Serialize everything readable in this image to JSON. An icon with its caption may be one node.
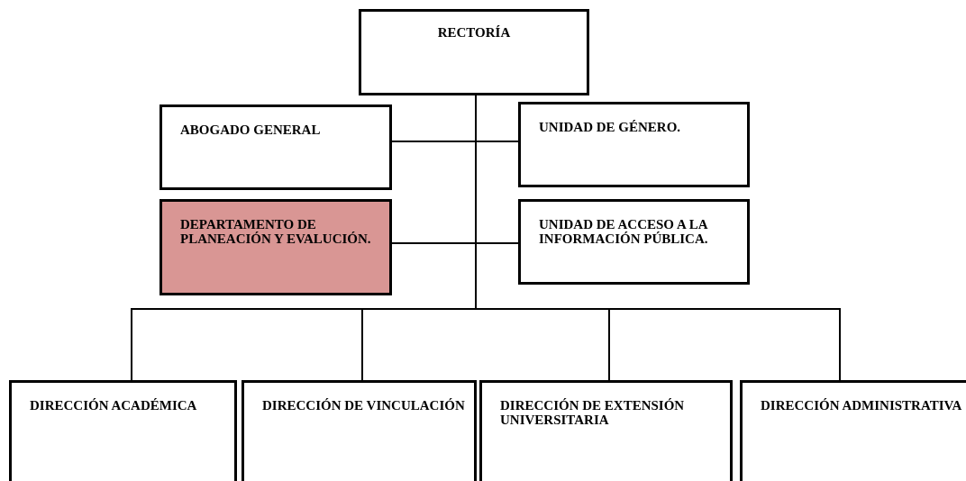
{
  "diagram": {
    "nodes": [
      {
        "text": [
          "RECTORÍA"
        ]
      },
      {
        "text": [
          "ABOGADO GENERAL"
        ]
      },
      {
        "text": [
          "UNIDAD DE GÉNERO."
        ]
      },
      {
        "text": [
          "DEPARTAMENTO DE PLANEACIÓN Y EVALUCIÓN."
        ]
      },
      {
        "text": [
          "UNIDAD DE ACCESO A LA INFORMACIÓN PÚBLICA."
        ]
      },
      {
        "text": [
          "DIRECCIÓN ACADÉMICA"
        ]
      },
      {
        "text": [
          "DIRECCIÓN DE VINCULACIÓN"
        ]
      },
      {
        "text": [
          "DIRECCIÓN DE EXTENSIÓN UNIVERSITARIA"
        ]
      },
      {
        "text": [
          "DIRECCIÓN ADMINISTRATIVA"
        ]
      }
    ],
    "edges": [
      {
        "from": 0,
        "to": 1,
        "arrow": "none"
      },
      {
        "from": 0,
        "to": 2,
        "arrow": "none"
      },
      {
        "from": 0,
        "to": 3,
        "arrow": "none"
      },
      {
        "from": 0,
        "to": 4,
        "arrow": "none"
      },
      {
        "from": 0,
        "to": 5,
        "arrow": "none"
      },
      {
        "from": 0,
        "to": 6,
        "arrow": "none"
      },
      {
        "from": 0,
        "to": 7,
        "arrow": "none"
      },
      {
        "from": 0,
        "to": 8,
        "arrow": "none"
      }
    ]
  }
}
